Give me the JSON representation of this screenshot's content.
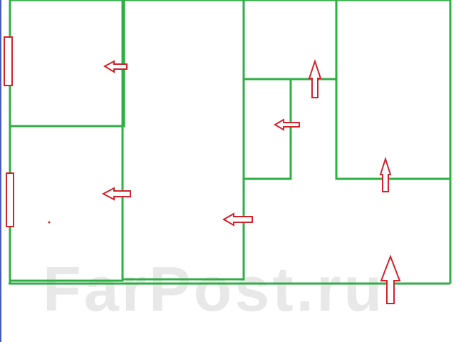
{
  "colors": {
    "wall": "#2fae44",
    "marker": "#d0232a",
    "marker_fill": "#ffffff",
    "left_edge": "#4a5bb8",
    "watermark": "#e8e8e8"
  },
  "watermark": {
    "text": "FarPost.ru"
  },
  "rooms": [
    {
      "name": "room-left-top"
    },
    {
      "name": "room-left-bottom"
    },
    {
      "name": "room-central-tall"
    },
    {
      "name": "room-upper-middle"
    },
    {
      "name": "room-small-middle"
    },
    {
      "name": "room-right-tall"
    },
    {
      "name": "room-lower-right-open"
    }
  ],
  "arrows": [
    {
      "name": "arrow-left-room-left-top",
      "direction": "left"
    },
    {
      "name": "arrow-left-room-left-bottom",
      "direction": "left"
    },
    {
      "name": "arrow-left-room-small-middle",
      "direction": "left"
    },
    {
      "name": "arrow-left-room-central-tall",
      "direction": "left"
    },
    {
      "name": "arrow-up-room-upper-middle",
      "direction": "up"
    },
    {
      "name": "arrow-up-room-right-tall",
      "direction": "up"
    },
    {
      "name": "arrow-up-room-lower-right",
      "direction": "up"
    }
  ],
  "windows": [
    {
      "name": "window-left-top"
    },
    {
      "name": "window-left-bottom"
    }
  ]
}
